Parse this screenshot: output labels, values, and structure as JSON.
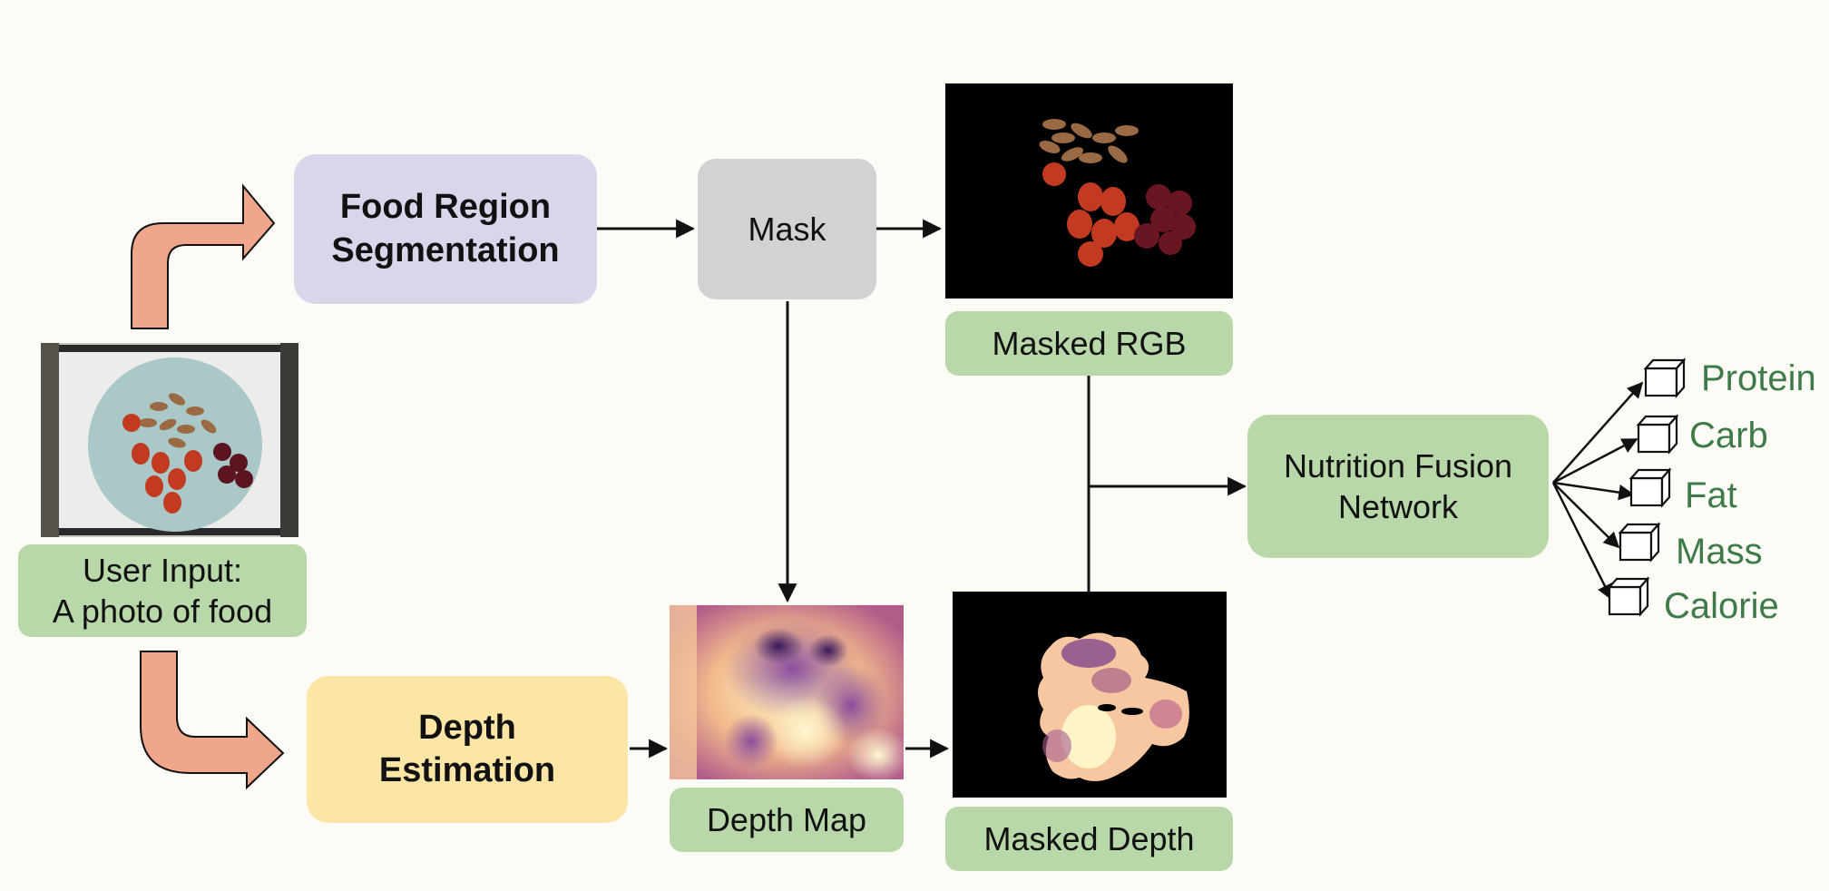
{
  "input": {
    "label": "User Input:\nA photo of food"
  },
  "steps": {
    "segmentation": "Food Region\nSegmentation",
    "depth_estimation": "Depth\nEstimation",
    "mask": "Mask",
    "fusion": "Nutrition Fusion\nNetwork"
  },
  "captions": {
    "masked_rgb": "Masked RGB",
    "depth_map": "Depth Map",
    "masked_depth": "Masked Depth"
  },
  "outputs": [
    "Protein",
    "Carb",
    "Fat",
    "Mass",
    "Calorie"
  ],
  "colors": {
    "green_box": "#b9d8a9",
    "segmentation_box": "#d9d5ea",
    "depth_box": "#fbe6a6",
    "mask_box": "#d2d2d2",
    "curved_arrow": "#f0a68b",
    "output_text": "#3e7b48"
  }
}
